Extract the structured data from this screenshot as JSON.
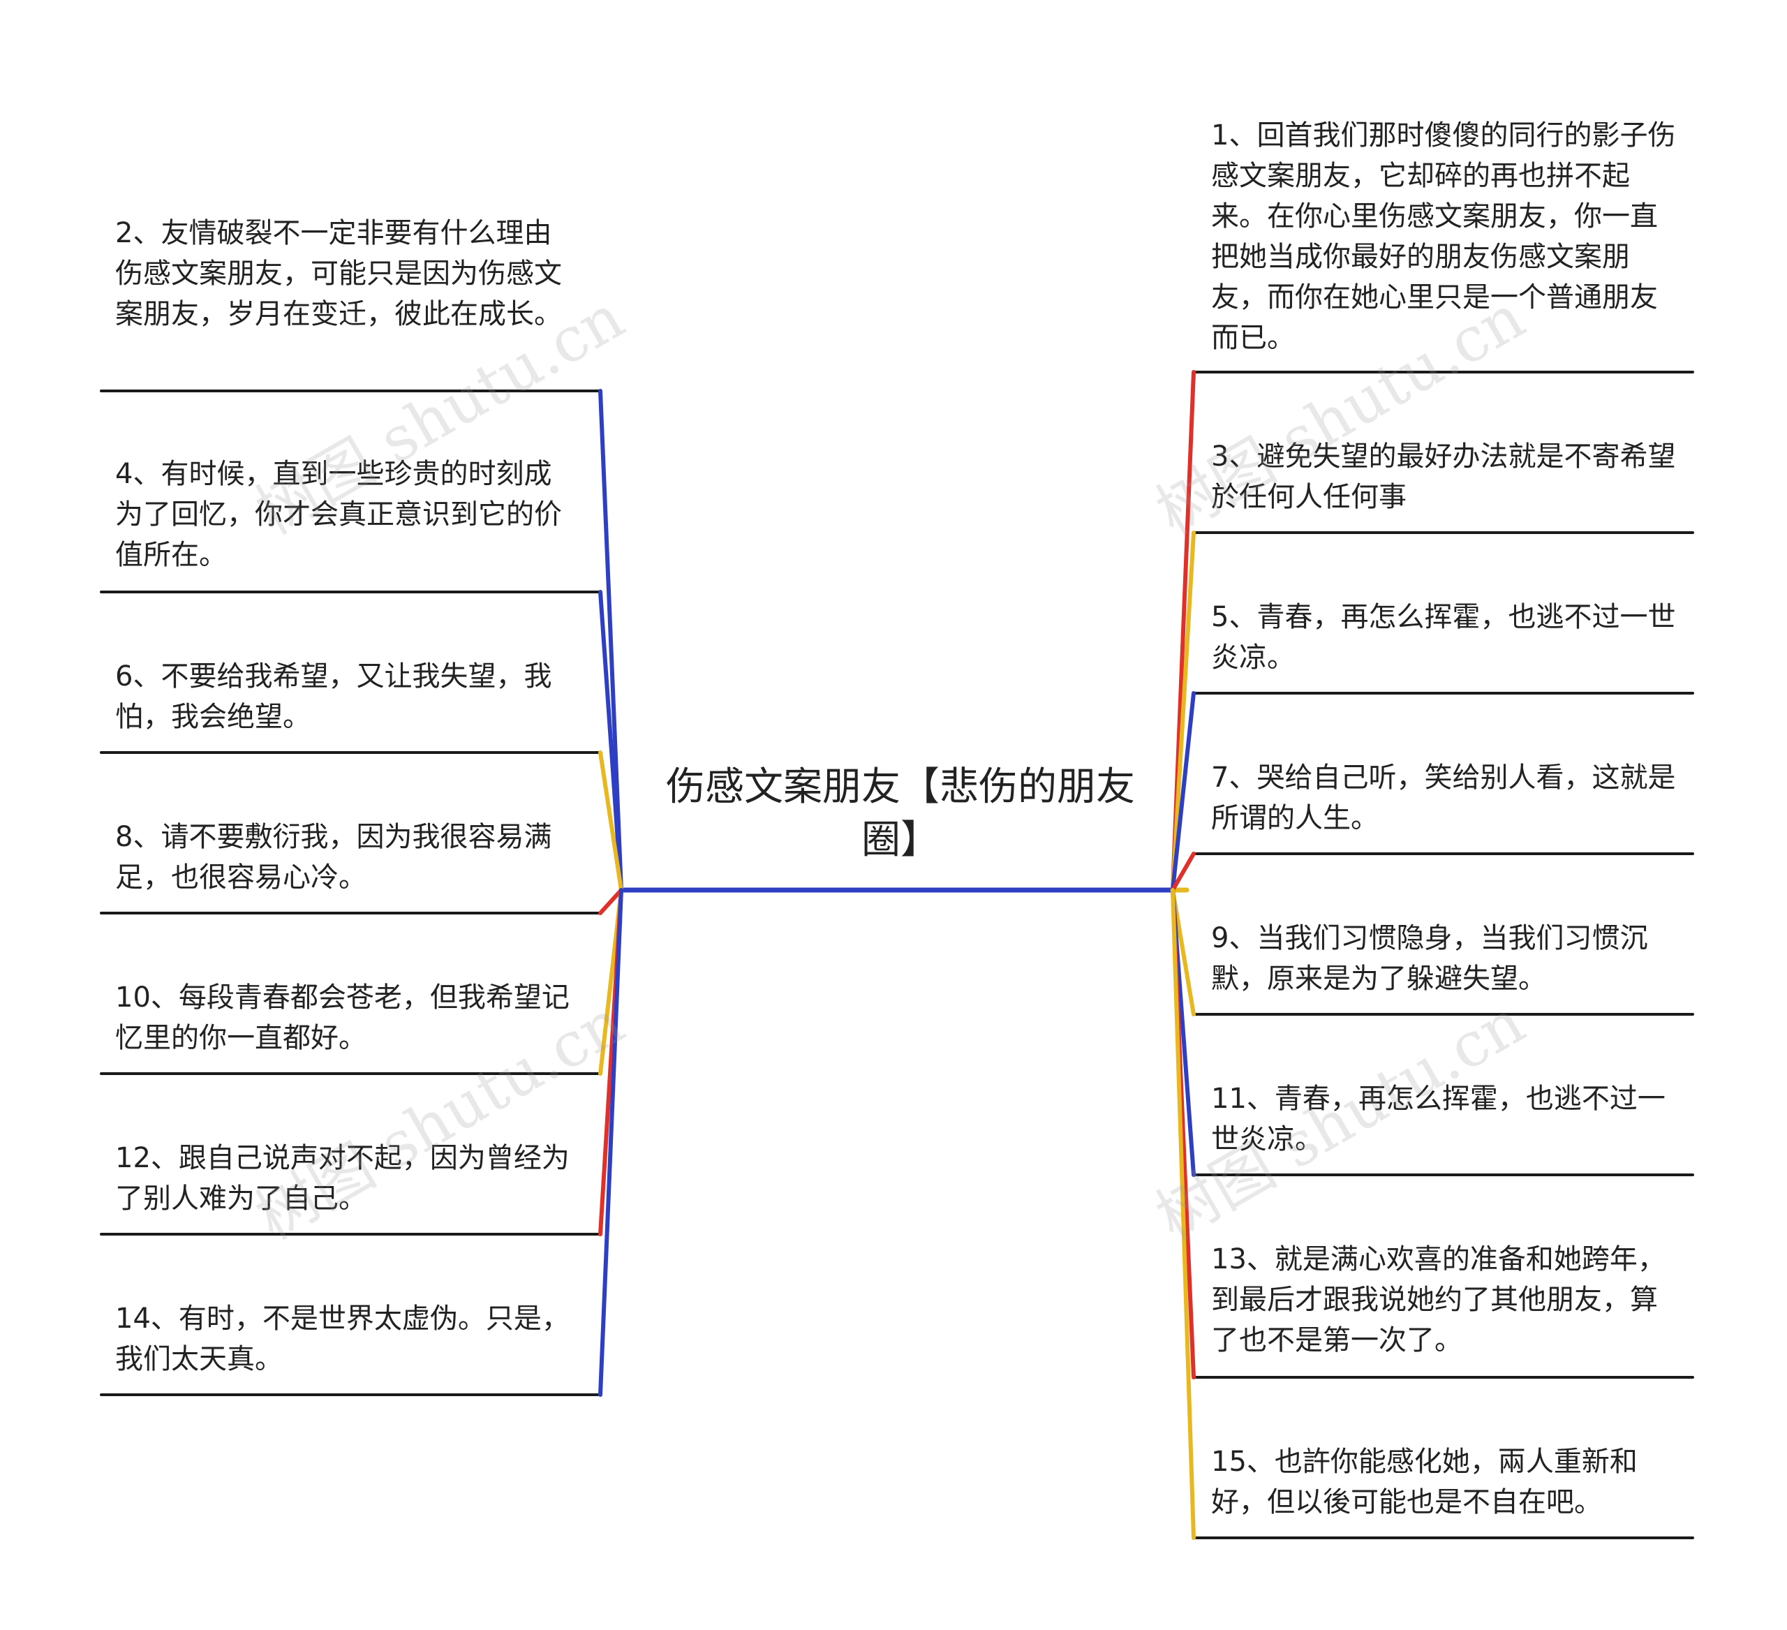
{
  "root": {
    "title": "伤感文案朋友【悲伤的朋友圈】"
  },
  "colors": {
    "blue": "#2e3fc4",
    "yellow": "#e8b820",
    "red": "#e0302a",
    "underline": "#1a1a1a"
  },
  "watermark": "树图 shutu.cn",
  "left_branches": [
    {
      "text": "2、友情破裂不一定非要有什么理由伤感文案朋友，可能只是因为伤感文案朋友，岁月在变迁，彼此在成长。",
      "color": "blue"
    },
    {
      "text": "4、有时候，直到一些珍贵的时刻成为了回忆，你才会真正意识到它的价值所在。",
      "color": "blue"
    },
    {
      "text": "6、不要给我希望，又让我失望，我怕，我会绝望。",
      "color": "yellow"
    },
    {
      "text": "8、请不要敷衍我，因为我很容易满足，也很容易心冷。",
      "color": "red"
    },
    {
      "text": "10、每段青春都会苍老，但我希望记忆里的你一直都好。",
      "color": "yellow"
    },
    {
      "text": "12、跟自己说声对不起，因为曾经为了别人难为了自己。",
      "color": "red"
    },
    {
      "text": "14、有时，不是世界太虚伪。只是，我们太天真。",
      "color": "blue"
    }
  ],
  "right_branches": [
    {
      "text": "1、回首我们那时傻傻的同行的影子伤感文案朋友，它却碎的再也拼不起来。在你心里伤感文案朋友，你一直把她当成你最好的朋友伤感文案朋友，而你在她心里只是一个普通朋友而已。",
      "color": "red"
    },
    {
      "text": "3、避免失望的最好办法就是不寄希望於任何人任何事",
      "color": "yellow"
    },
    {
      "text": "5、青春，再怎么挥霍，也逃不过一世炎凉。",
      "color": "blue"
    },
    {
      "text": "7、哭给自己听，笑给别人看，这就是所谓的人生。",
      "color": "red"
    },
    {
      "text": "9、当我们习惯隐身，当我们习惯沉默，原来是为了躲避失望。",
      "color": "yellow"
    },
    {
      "text": "11、青春，再怎么挥霍，也逃不过一世炎凉。",
      "color": "blue"
    },
    {
      "text": "13、就是满心欢喜的准备和她跨年，到最后才跟我说她约了其他朋友，算了也不是第一次了。",
      "color": "red"
    },
    {
      "text": "15、也許你能感化她，兩人重新和好，但以後可能也是不自在吧。",
      "color": "yellow"
    }
  ]
}
